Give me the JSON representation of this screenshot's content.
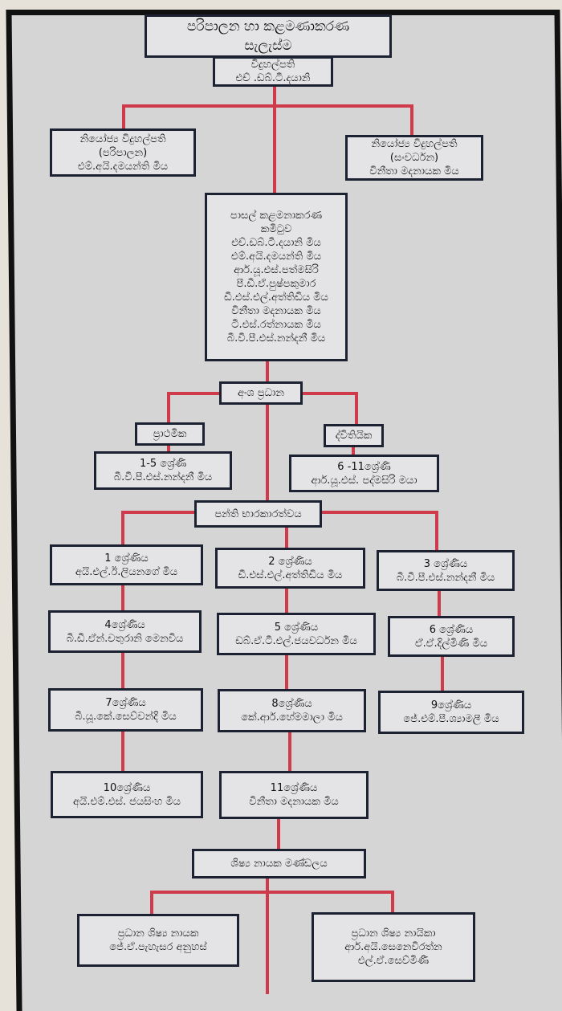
{
  "chart_title": [
    "පරිපාලන හා කළමණාකරණ",
    "සැලැස්ම"
  ],
  "principal": [
    "විදුහල්පති",
    "එච් .ඩබ්.ටී.දයානි"
  ],
  "deputy_admin": [
    "නියෝජ්‍ය විදුහල්පති",
    "(පරිපාලන)",
    "එම්.අයි.දමයන්ති මිය"
  ],
  "deputy_dev": [
    "නියෝජ්‍ය විදුහල්පති",
    "(සංවර්ධන)",
    "විනීතා මදනායක මිය"
  ],
  "committee": [
    "පාසල් කළමනාකරණ",
    "කමිටුව",
    "එච්.ඩබ්.ටී.දයානි මිය",
    "එම්.අයි.දමයන්ති මිය",
    "ආර්.යූ.එස්.පත්මසිරි",
    "පී.ඩී.ඒ.පුෂ්පකුමාර",
    "ඩී.එස්.එල්.අත්තිඩිය මිය",
    "විනීතා මදනායක මිය",
    "ටී.එස්.රත්නායක මිය",
    "බී.වී.පී.එස්.නන්දනී මිය"
  ],
  "section_heads": [
    "අංශ ප්‍රධාන"
  ],
  "primary": [
    "ප්‍රාථමික"
  ],
  "secondary": [
    "ද්විතියික"
  ],
  "grades_1_5": [
    "1-5 ශ්‍රේණි",
    "බී.වී.පී.එස්.නන්දනී මිය"
  ],
  "grades_6_11": [
    "6 -11ශ්‍රේණි",
    "ආර්.යූ.එස්. පද්මසිරි මයා"
  ],
  "class_teachers": [
    "පන්ති භාරකාරත්වය"
  ],
  "grade_1": [
    "1 ශ්‍රේණිය",
    "අයි.එල්.ඊ.ලියනගේ  මිය"
  ],
  "grade_2": [
    "2 ශ්‍රේණිය",
    "ඩී.එස්.එල්.අත්තිඩිය මිය"
  ],
  "grade_3": [
    "3 ශ්‍රේණිය",
    "බී.වී.පී.එස්.නන්දනී මිය"
  ],
  "grade_4": [
    "4ශ්‍රේණිය",
    "බී.ඩී.ඒන්.චතුරානි මෙනවිය"
  ],
  "grade_5": [
    "5 ශ්‍රේණිය",
    "ඩබ්.ඒ.ටී.එල්.ජයවර්ධන මිය"
  ],
  "grade_6": [
    "6 ශ්‍රේණිය",
    "ඒ.ඒ.දිල්මිණි මිය"
  ],
  "grade_7": [
    "7ශ්‍රේණිය",
    "බී.යූ.කේ.සෙව්වන්දි මිය"
  ],
  "grade_8": [
    "8ශ්‍රේණිය",
    "කේ.ආර්.හේමමාලා මිය"
  ],
  "grade_9": [
    "9ශ්‍රේණිය",
    "ජේ.එම්.පී.ශ්‍යාමලී මිය"
  ],
  "grade_10": [
    "10ශ්‍රේණිය",
    "අයි.එම්.එස්. ජයසිංහ මිය"
  ],
  "grade_11": [
    "11ශ්‍රේණිය",
    "විනීතා මදනායක මිය"
  ],
  "prefects_board": [
    "ශිෂ්‍ය නායක මණ්ඩලය"
  ],
  "head_prefect_boy": [
    "ප්‍රධාන   ශිෂ්‍ය නායක",
    "ජේ.ඒ.පැහැසර අනුහස්"
  ],
  "head_prefect_girl": [
    "ප්‍රධාන   ශිෂ්‍ය නායිකා",
    "ආර්.අයි.සෙනෙවිරත්න",
    "එල්.ඒ.සෙව්මිණී"
  ],
  "colors": {
    "line": "#cf3b4b",
    "box_border": "#1d2233",
    "box_fill": "#e4e4e6",
    "sheet": "#d6d5d6"
  }
}
